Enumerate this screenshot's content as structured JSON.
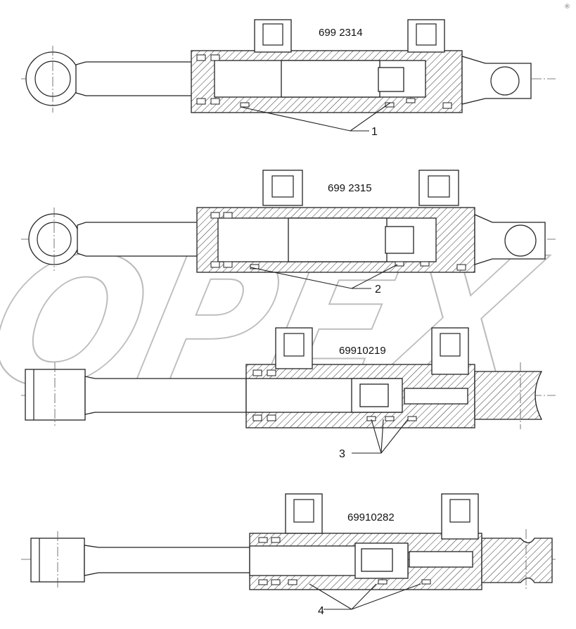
{
  "drawings": [
    {
      "part_number": "699 2314",
      "callout": "1"
    },
    {
      "part_number": "699 2315",
      "callout": "2"
    },
    {
      "part_number": "69910219",
      "callout": "3"
    },
    {
      "part_number": "69910282",
      "callout": "4"
    }
  ],
  "watermark": "OPEX",
  "corner_mark": "®"
}
